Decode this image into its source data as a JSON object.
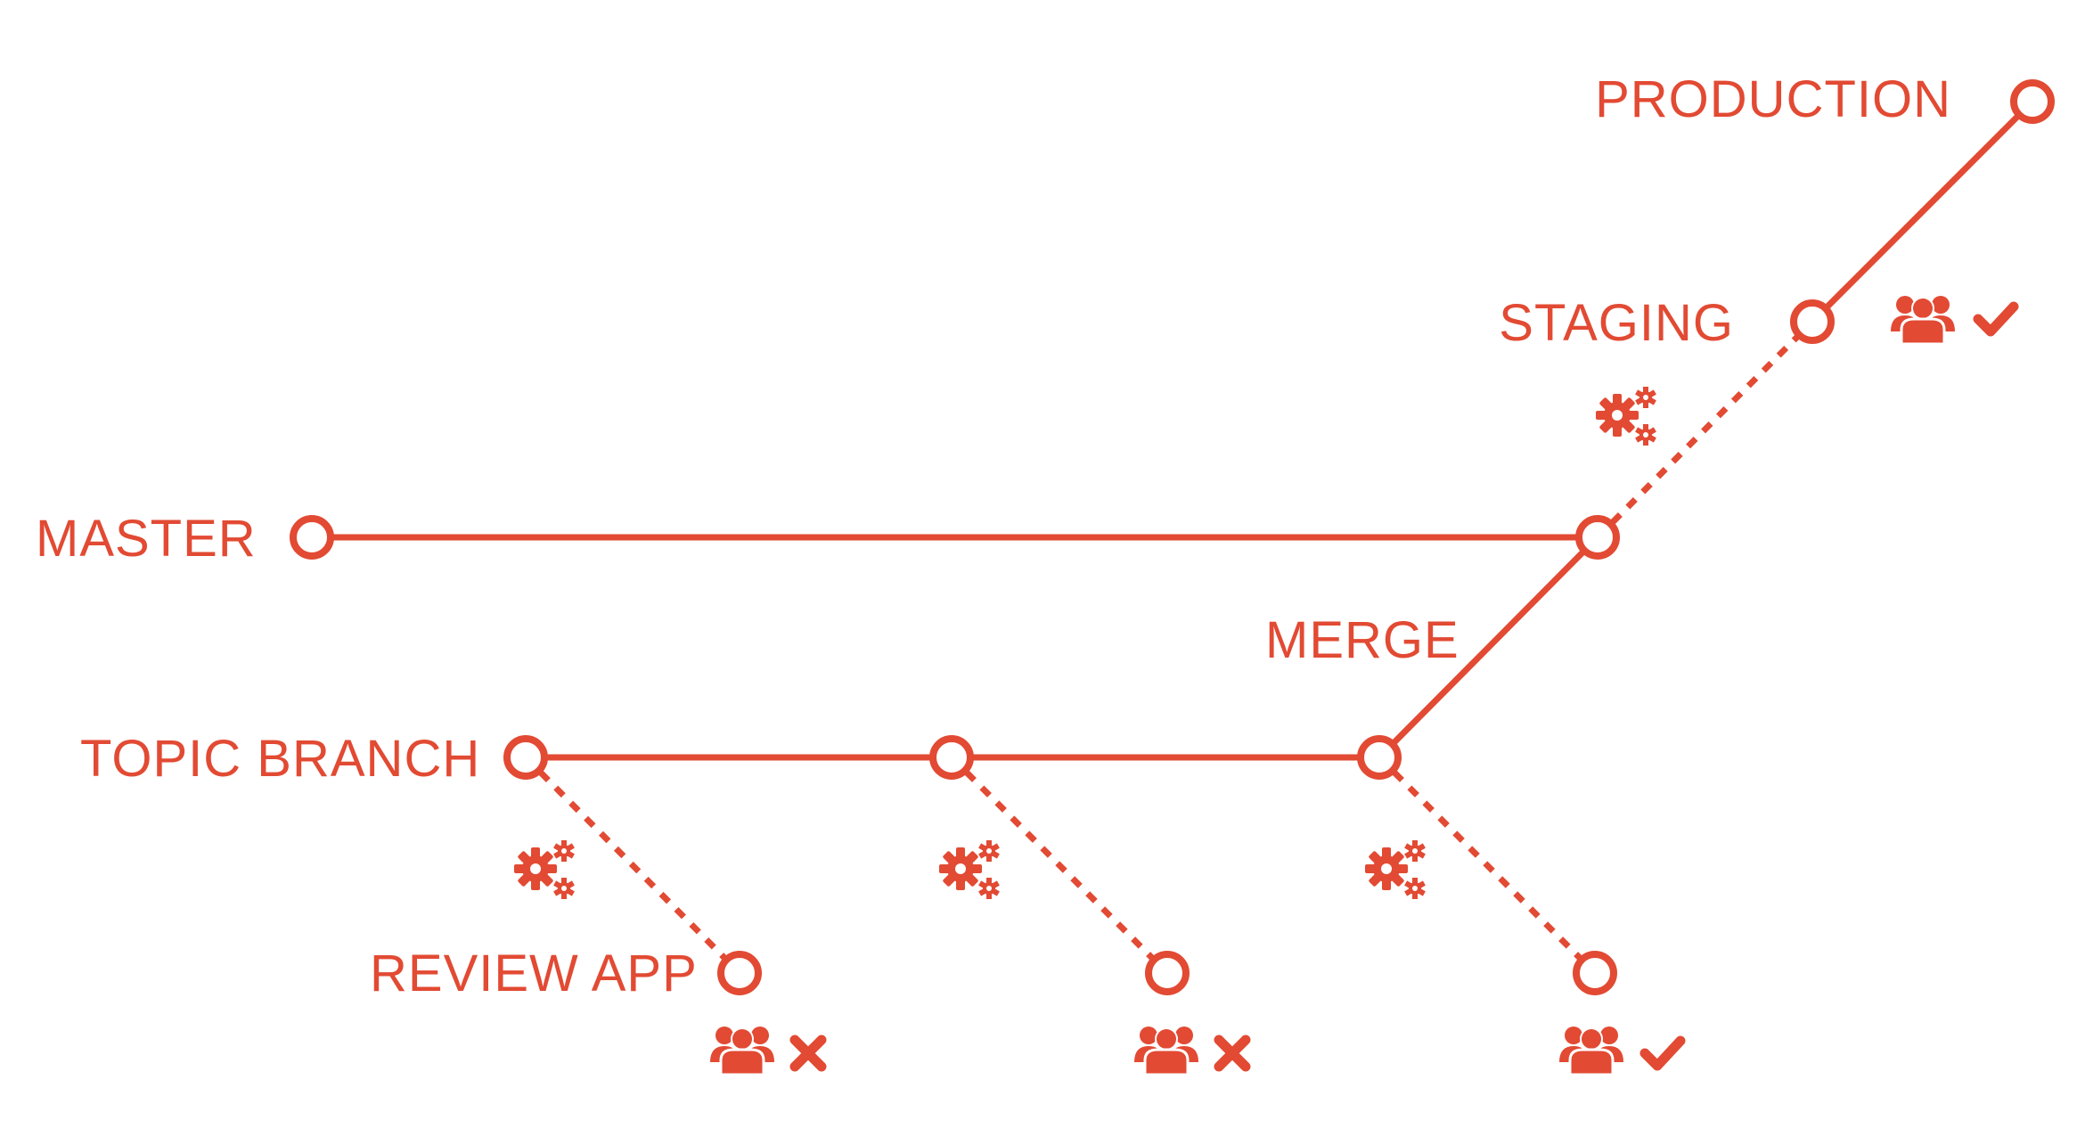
{
  "labels": {
    "production": "PRODUCTION",
    "staging": "STAGING",
    "master": "MASTER",
    "merge": "MERGE",
    "topic_branch": "TOPIC BRANCH",
    "review_app": "REVIEW APP"
  },
  "review_results": [
    "rejected",
    "rejected",
    "approved"
  ],
  "staging_result": "approved",
  "icons": [
    "gears-icon",
    "users-icon",
    "check-icon",
    "x-icon"
  ],
  "colors": {
    "accent": "#E24A33",
    "background": "#ffffff"
  }
}
